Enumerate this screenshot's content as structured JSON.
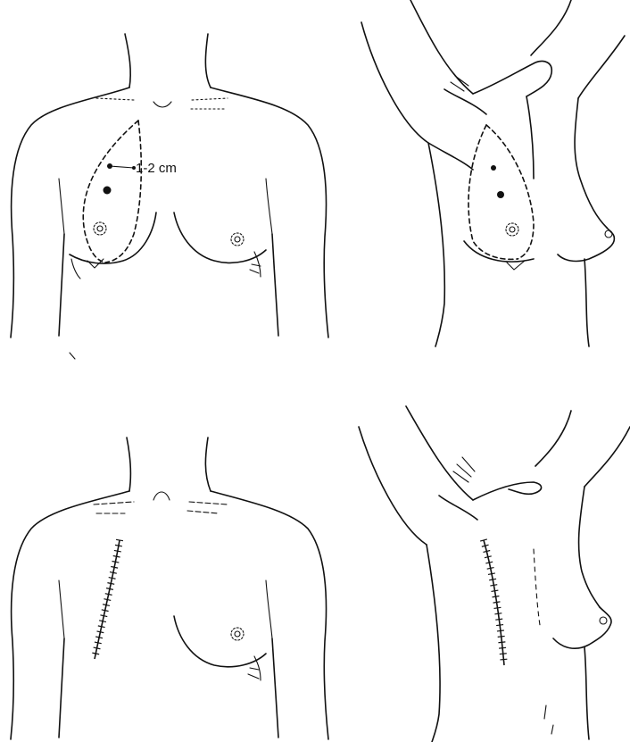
{
  "figure": {
    "panels": [
      {
        "id": "front-pre"
      },
      {
        "id": "side-pre"
      },
      {
        "id": "front-post"
      },
      {
        "id": "side-post"
      }
    ],
    "measurement_label": "1-2 cm"
  }
}
